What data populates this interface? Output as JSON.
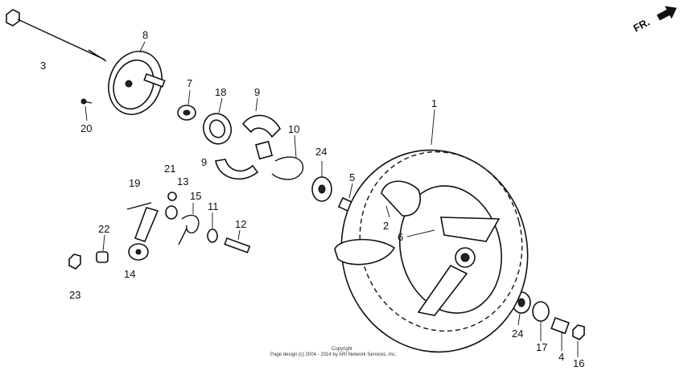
{
  "direction_marker": {
    "text": "FR.",
    "icon": "arrow-icon"
  },
  "parts": [
    {
      "key": "p1",
      "label": "1"
    },
    {
      "key": "p2",
      "label": "2"
    },
    {
      "key": "p3",
      "label": "3"
    },
    {
      "key": "p4",
      "label": "4"
    },
    {
      "key": "p5",
      "label": "5"
    },
    {
      "key": "p6",
      "label": "6"
    },
    {
      "key": "p7",
      "label": "7"
    },
    {
      "key": "p8",
      "label": "8"
    },
    {
      "key": "p9a",
      "label": "9"
    },
    {
      "key": "p9b",
      "label": "9"
    },
    {
      "key": "p10",
      "label": "10"
    },
    {
      "key": "p11",
      "label": "11"
    },
    {
      "key": "p12",
      "label": "12"
    },
    {
      "key": "p13",
      "label": "13"
    },
    {
      "key": "p14",
      "label": "14"
    },
    {
      "key": "p15",
      "label": "15"
    },
    {
      "key": "p16",
      "label": "16"
    },
    {
      "key": "p17",
      "label": "17"
    },
    {
      "key": "p18",
      "label": "18"
    },
    {
      "key": "p19",
      "label": "19"
    },
    {
      "key": "p20",
      "label": "20"
    },
    {
      "key": "p21",
      "label": "21"
    },
    {
      "key": "p22",
      "label": "22"
    },
    {
      "key": "p23",
      "label": "23"
    },
    {
      "key": "p24a",
      "label": "24"
    },
    {
      "key": "p24b",
      "label": "24"
    }
  ],
  "copyright": {
    "line1": "Copyright",
    "line2": "Page design (c) 2004 - 2014 by ARI Network Services, Inc."
  }
}
